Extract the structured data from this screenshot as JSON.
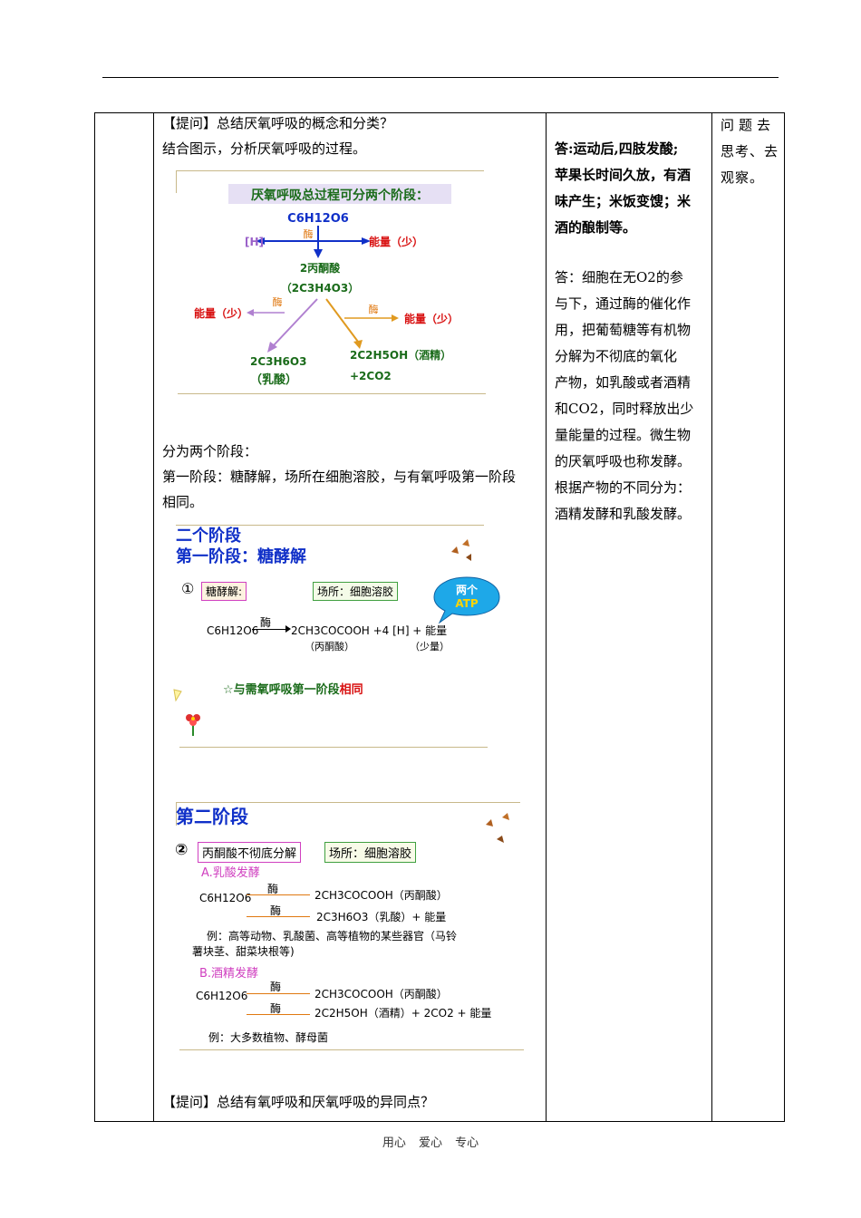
{
  "header": {},
  "lesson": {
    "q1": "【提问】总结厌氧呼吸的概念和分类？",
    "q1_sub": "结合图示，分析厌氧呼吸的过程。",
    "stages_intro": "分为两个阶段：",
    "stage1_line1": "第一阶段：糖酵解，场所在细胞溶胶，与有氧呼吸第一阶段",
    "stage1_line2": "相同。",
    "q2": "【提问】总结有氧呼吸和厌氧呼吸的异同点？"
  },
  "diagram1": {
    "title": "厌氧呼吸总过程可分两个阶段：",
    "glucose": "C6H12O6",
    "enzyme": "酶",
    "h": "[H]",
    "energy_small": "能量（少）",
    "pyruvate": "2丙酮酸",
    "pyruvate_formula": "（2C3H4O3）",
    "lactic_formula": "2C3H6O3",
    "lactic_name": "（乳酸）",
    "ethanol": "2C2H5OH（酒精）",
    "co2": "+2CO2"
  },
  "diagram2": {
    "title1": "二个阶段",
    "title2": "第一阶段：糖酵解",
    "num": "①",
    "tag": "糖酵解:",
    "place": "场所：细胞溶胶",
    "bubble_top": "两个",
    "bubble_bottom": "ATP",
    "enzyme": "酶",
    "eq_left": "C6H12O6",
    "eq_right": "2CH3COCOOH +4 [H] +  能量",
    "sub_pyruvate": "（丙酮酸）",
    "sub_energy": "（少量）",
    "same": "☆与需氧呼吸第一阶段",
    "same_red": "相同"
  },
  "diagram3": {
    "title": "第二阶段",
    "num": "②",
    "tag": "丙酮酸不彻底分解",
    "place": "场所：细胞溶胶",
    "a_title": "A.乳酸发酵",
    "enzyme": "酶",
    "a_left": "C6H12O6",
    "a_r1": "2CH3COCOOH（丙酮酸）",
    "a_r2": "2C3H6O3（乳酸）+  能量",
    "a_ex1": "例：高等动物、乳酸菌、高等植物的某些器官（马铃",
    "a_ex2": "薯块茎、甜菜块根等)",
    "b_title": "B.酒精发酵",
    "b_left": "C6H12O6",
    "b_r1": "2CH3COCOOH（丙酮酸）",
    "b_r2": "2C2H5OH（酒精）+  2CO2 + 能量",
    "b_ex": "例：大多数植物、酵母菌"
  },
  "answers": {
    "a1_l1": "答:运动后,四肢发酸;",
    "a1_l2": "苹果长时间久放，有酒",
    "a1_l3": "味产生；米饭变馊；米",
    "a1_l4": "酒的酿制等。",
    "a2_l1": "答：细胞在无O2的参",
    "a2_l2": "与下，通过酶的催化作",
    "a2_l3": "用，把葡萄糖等有机物",
    "a2_l4": "分解为不彻底的氧化",
    "a2_l5": "产物，如乳酸或者酒精",
    "a2_l6": "和CO2，同时释放出少",
    "a2_l7": "量能量的过程。微生物",
    "a2_l8": "的厌氧呼吸也称发酵。",
    "a2_l9": "根据产物的不同分为：",
    "a2_l10": "酒精发酵和乳酸发酵。"
  },
  "notes": {
    "l1": "问题去",
    "l2": "思考、去",
    "l3": "观察。"
  },
  "footer": "用心  爱心  专心",
  "colors": {
    "title_green": "#1a6b1a",
    "blue": "#1030c8",
    "red": "#d81010",
    "orange": "#e07810",
    "purple": "#9a60c8",
    "pink_box": "#d040c0",
    "green_box": "#40a040"
  }
}
